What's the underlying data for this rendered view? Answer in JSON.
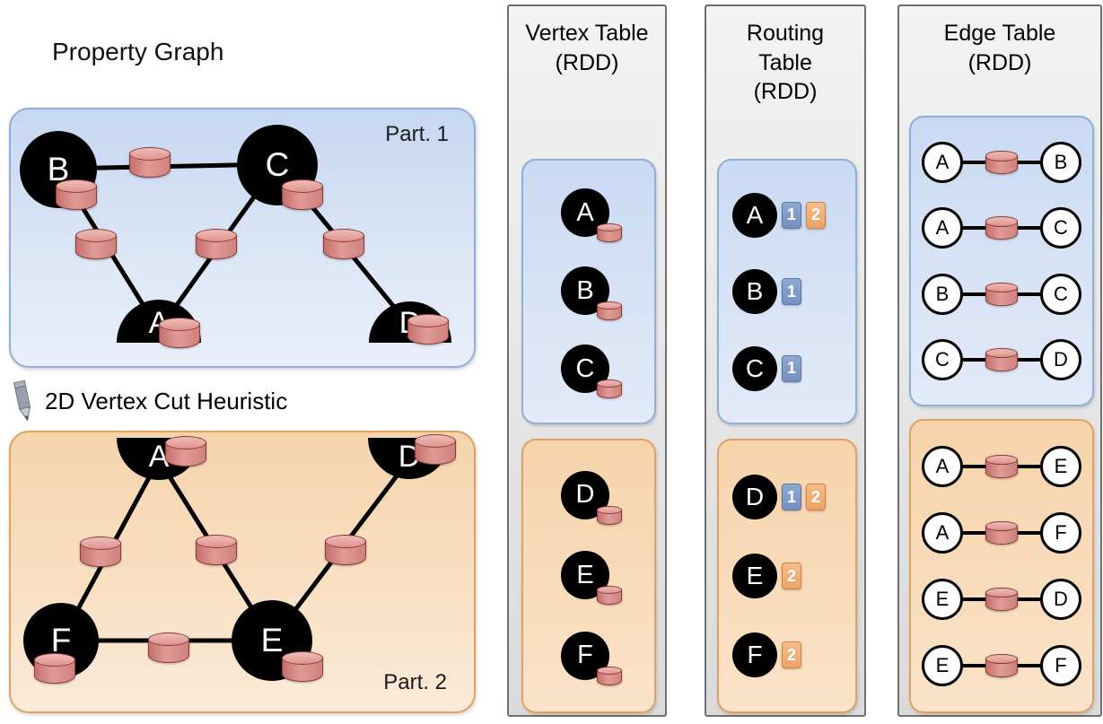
{
  "property_graph": {
    "title": "Property Graph",
    "cut_label": "2D Vertex Cut Heuristic",
    "part1": {
      "label": "Part. 1",
      "vertices": {
        "B": "B",
        "C": "C",
        "A": "A",
        "D": "D"
      }
    },
    "part2": {
      "label": "Part. 2",
      "vertices": {
        "A": "A",
        "D": "D",
        "F": "F",
        "E": "E"
      }
    }
  },
  "vertex_table": {
    "title": "Vertex Table\n(RDD)",
    "part1": [
      "A",
      "B",
      "C"
    ],
    "part2": [
      "D",
      "E",
      "F"
    ]
  },
  "routing_table": {
    "title": "Routing\nTable\n(RDD)",
    "part1": [
      {
        "vertex": "A",
        "badges": [
          "1",
          "2"
        ]
      },
      {
        "vertex": "B",
        "badges": [
          "1"
        ]
      },
      {
        "vertex": "C",
        "badges": [
          "1"
        ]
      }
    ],
    "part2": [
      {
        "vertex": "D",
        "badges": [
          "1",
          "2"
        ]
      },
      {
        "vertex": "E",
        "badges": [
          "2"
        ]
      },
      {
        "vertex": "F",
        "badges": [
          "2"
        ]
      }
    ]
  },
  "edge_table": {
    "title": "Edge Table\n(RDD)",
    "part1": [
      {
        "src": "A",
        "dst": "B"
      },
      {
        "src": "A",
        "dst": "C"
      },
      {
        "src": "B",
        "dst": "C"
      },
      {
        "src": "C",
        "dst": "D"
      }
    ],
    "part2": [
      {
        "src": "A",
        "dst": "E"
      },
      {
        "src": "A",
        "dst": "F"
      },
      {
        "src": "E",
        "dst": "D"
      },
      {
        "src": "E",
        "dst": "F"
      }
    ]
  },
  "colors": {
    "partition1_fill": "#cdd9f2",
    "partition1_border": "#8fafd9",
    "partition2_fill": "#f7dcba",
    "partition2_border": "#dea264",
    "cylinder_fill": "#d5837f",
    "cylinder_border": "#8c3a37",
    "badge_blue": "#7490bd",
    "badge_orange": "#eda365",
    "vertex_fill": "#000000",
    "panel_fill": "#e5e5e5"
  }
}
